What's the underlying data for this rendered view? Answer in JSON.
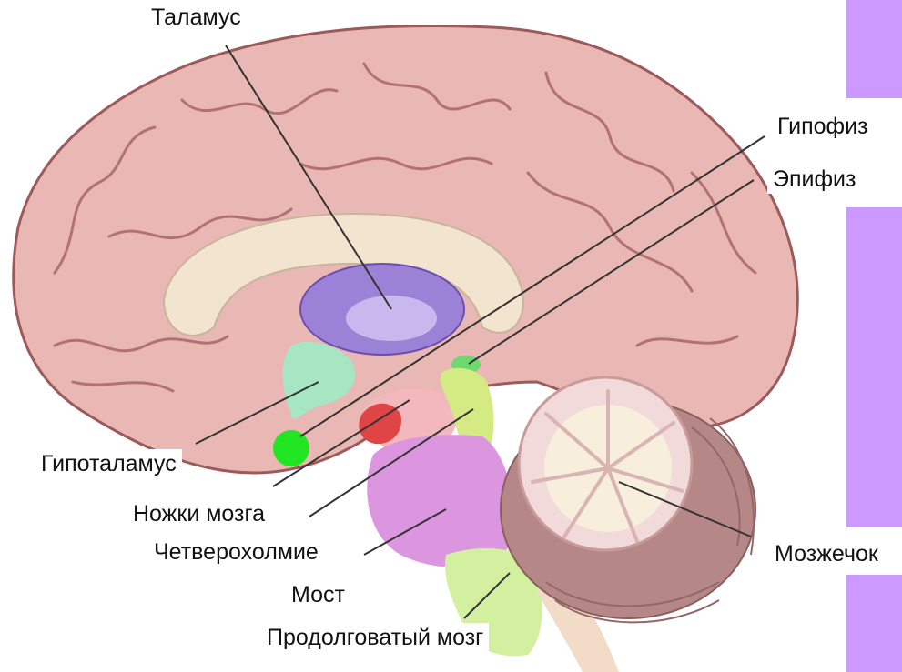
{
  "colors": {
    "background": "#ffffff",
    "cortex": "#eab8b4",
    "cortex_outline": "#9c5a5a",
    "corpus_callosum": "#f2e4cf",
    "thalamus": "#9b82d6",
    "hypothalamus": "#a6e6c3",
    "pituitary": "#22e622",
    "pineal": "#6fd96f",
    "peduncles": "#f2b8bd",
    "quadrigemina": "#d4ea83",
    "pons": "#dc95df",
    "medulla": "#d2f0a0",
    "cerebellum": "#b68787",
    "arbor_vitae": "#f7eedb",
    "side_bar": "#cc99ff",
    "leader_line": "#333333"
  },
  "labels": {
    "thalamus": "Таламус",
    "pituitary": "Гипофиз",
    "pineal": "Эпифиз",
    "hypothalamus": "Гипоталамус",
    "peduncles": "Ножки мозга",
    "quadrigemina": "Четверохолмие",
    "pons": "Мост",
    "medulla": "Продолговатый мозг",
    "cerebellum": "Мозжечок"
  }
}
